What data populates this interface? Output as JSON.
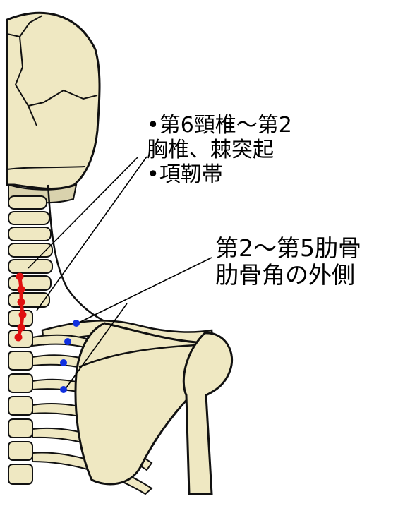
{
  "annotations": {
    "cervical_label": {
      "lines": [
        "•第6頸椎～第2",
        "胸椎、棘突起",
        "•項靭帯"
      ]
    },
    "rib_label": {
      "lines": [
        "第2～第5肋骨",
        "肋骨角の外側"
      ]
    }
  },
  "colors": {
    "bone": "#efe8c2",
    "outline": "#111111",
    "spinous_process_points": "#e01010",
    "rib_angle_points": "#1030e0",
    "leader_lines": "#000000"
  },
  "markers": {
    "spinous_process_count": 6,
    "rib_angle_count": 4
  }
}
